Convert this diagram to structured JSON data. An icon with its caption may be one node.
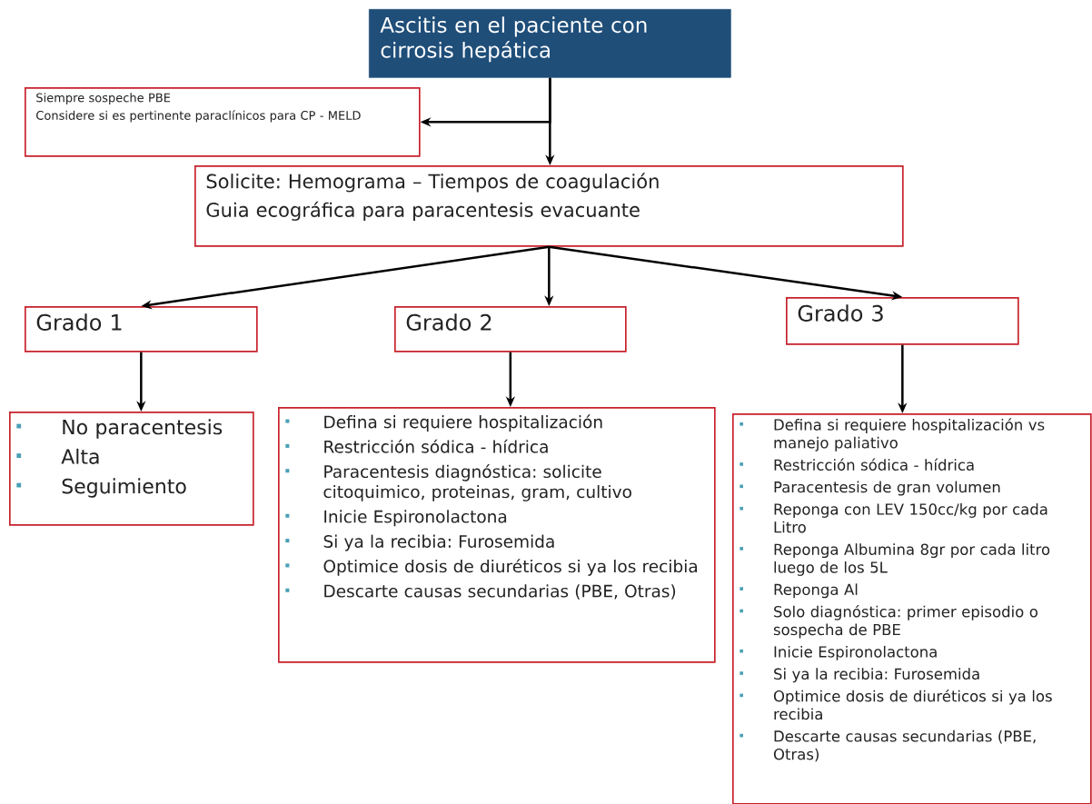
{
  "diagram": {
    "nodes": [
      {
        "text": [
          "Ascitis en el paciente con cirrosis hepática"
        ]
      },
      {
        "text": [
          "Siempre sospeche PBE",
          "Considere si es pertinente paraclínicos para CP - MELD"
        ]
      },
      {
        "text": [
          "Solicite: Hemograma – Tiempos de coagulación",
          "Guia ecográfica para paracentesis evacuante"
        ]
      },
      {
        "text": [
          "Grado 1"
        ]
      },
      {
        "text": [
          "Grado 2"
        ]
      },
      {
        "text": [
          "Grado 3"
        ]
      },
      {
        "text": [
          "No paracentesis",
          "Alta",
          "Seguimiento"
        ]
      },
      {
        "text": [
          "Defina si requiere hospitalización",
          "Restricción sódica - hídrica",
          "Paracentesis diagnóstica: solicite citoquimico, proteinas, gram, cultivo",
          "Inicie Espironolactona",
          "Si ya la recibia: Furosemida",
          "Optimice dosis de diuréticos si ya los recibia",
          "Descarte causas secundarias (PBE, Otras)"
        ]
      },
      {
        "text": [
          "Defina si requiere hospitalización vs manejo paliativo",
          "Restricción sódica - hídrica",
          "Paracentesis de gran volumen",
          "Reponga con LEV 150cc/kg por cada Litro",
          "Reponga Albumina 8gr por cada litro luego de los 5L",
          "Reponga Al",
          "Solo diagnóstica: primer episodio o sospecha de PBE",
          "Inicie Espironolactona",
          "Si ya la recibia: Furosemida",
          "Optimice dosis de diuréticos si ya los recibia",
          "Descarte causas secundarias (PBE, Otras)"
        ]
      }
    ],
    "edges": [
      {
        "from": 0,
        "to": 1,
        "arrow": "to"
      },
      {
        "from": 0,
        "to": 2,
        "arrow": "to"
      },
      {
        "from": 2,
        "to": 3,
        "arrow": "to"
      },
      {
        "from": 2,
        "to": 4,
        "arrow": "to"
      },
      {
        "from": 2,
        "to": 5,
        "arrow": "to"
      },
      {
        "from": 3,
        "to": 6,
        "arrow": "to"
      },
      {
        "from": 4,
        "to": 7,
        "arrow": "to"
      },
      {
        "from": 5,
        "to": 8,
        "arrow": "to"
      }
    ]
  }
}
